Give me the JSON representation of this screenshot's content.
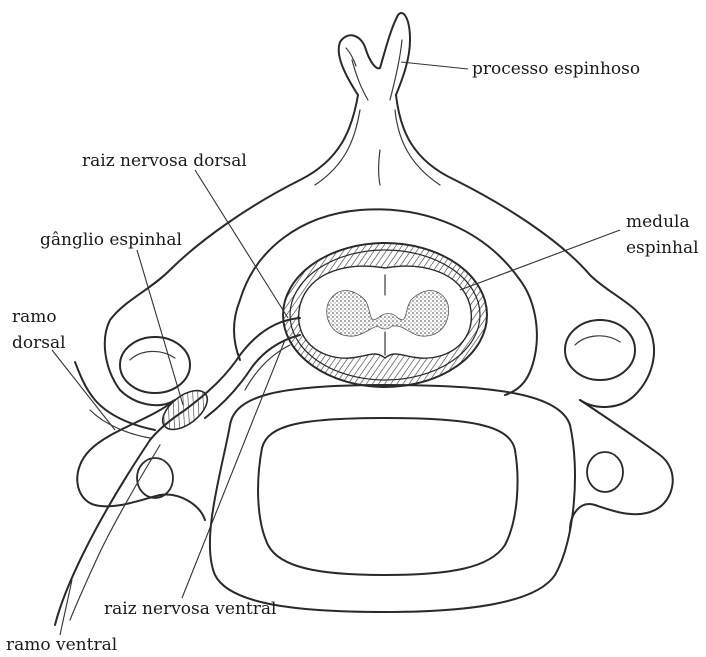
{
  "labels": {
    "processo_espinhoso": "processo espinhoso",
    "raiz_nervosa_dorsal": "raiz nervosa dorsal",
    "ganglio_espinhal": "gânglio espinhal",
    "medula_espinhal_l1": "medula",
    "medula_espinhal_l2": "espinhal",
    "ramo_dorsal_l1": "ramo",
    "ramo_dorsal_l2": "dorsal",
    "raiz_nervosa_ventral": "raiz nervosa ventral",
    "ramo_ventral": "ramo ventral"
  }
}
